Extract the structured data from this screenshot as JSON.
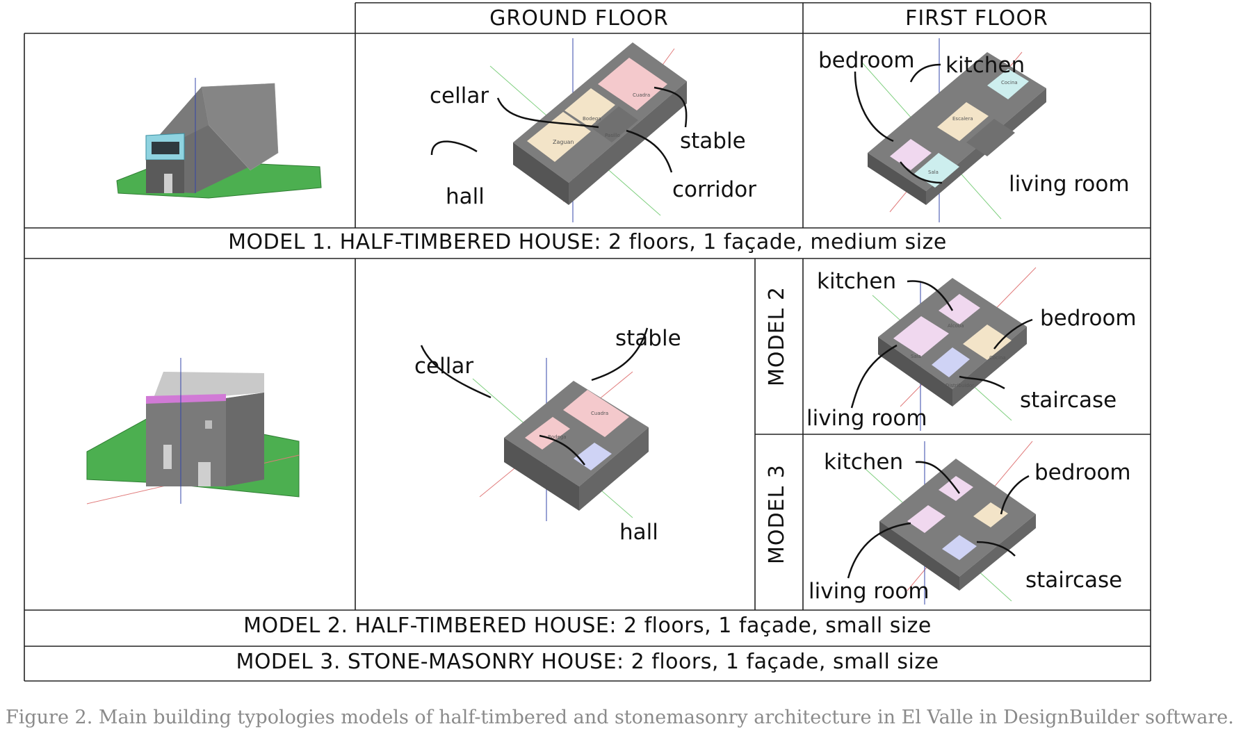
{
  "table": {
    "col_headers": {
      "ground_floor": "GROUND FLOOR",
      "first_floor": "FIRST FLOOR"
    },
    "model1": {
      "title": "MODEL 1. HALF-TIMBERED HOUSE: 2 floors, 1 façade, medium size",
      "ground_labels": {
        "cellar": "cellar",
        "stable": "stable",
        "hall": "hall",
        "corridor": "corridor"
      },
      "first_labels": {
        "bedroom": "bedroom",
        "kitchen": "kitchen",
        "living_room": "living room"
      }
    },
    "model2": {
      "title": "MODEL 2. HALF-TIMBERED HOUSE: 2 floors, 1 façade, small size",
      "side_label": "MODEL 2",
      "ground_labels": {
        "cellar": "cellar",
        "stable": "stable",
        "hall": "hall"
      },
      "first_labels": {
        "kitchen": "kitchen",
        "bedroom": "bedroom",
        "living_room": "living room",
        "staircase": "staircase"
      }
    },
    "model3": {
      "title": "MODEL 3. STONE-MASONRY HOUSE: 2 floors, 1 façade, small size",
      "side_label": "MODEL 3",
      "first_labels": {
        "kitchen": "kitchen",
        "bedroom": "bedroom",
        "living_room": "living room",
        "staircase": "staircase"
      }
    }
  },
  "caption": "Figure 2. Main building typologies models of half-timbered and stonemasonry architecture in El Valle in DesignBuilder software.",
  "colors": {
    "wall": "#6b6b6b",
    "wall_dark": "#4a4a4a",
    "wall_top": "#8c8c8c",
    "ground": "#4caf50",
    "window": "#8fd3e0",
    "room_pink": "#f4c9cc",
    "room_beige": "#f3e4c8",
    "room_lilac": "#f0d8ef",
    "room_blue": "#cfd3f5",
    "room_cyan": "#cdeeee",
    "eave_magenta": "#d17ad6"
  }
}
